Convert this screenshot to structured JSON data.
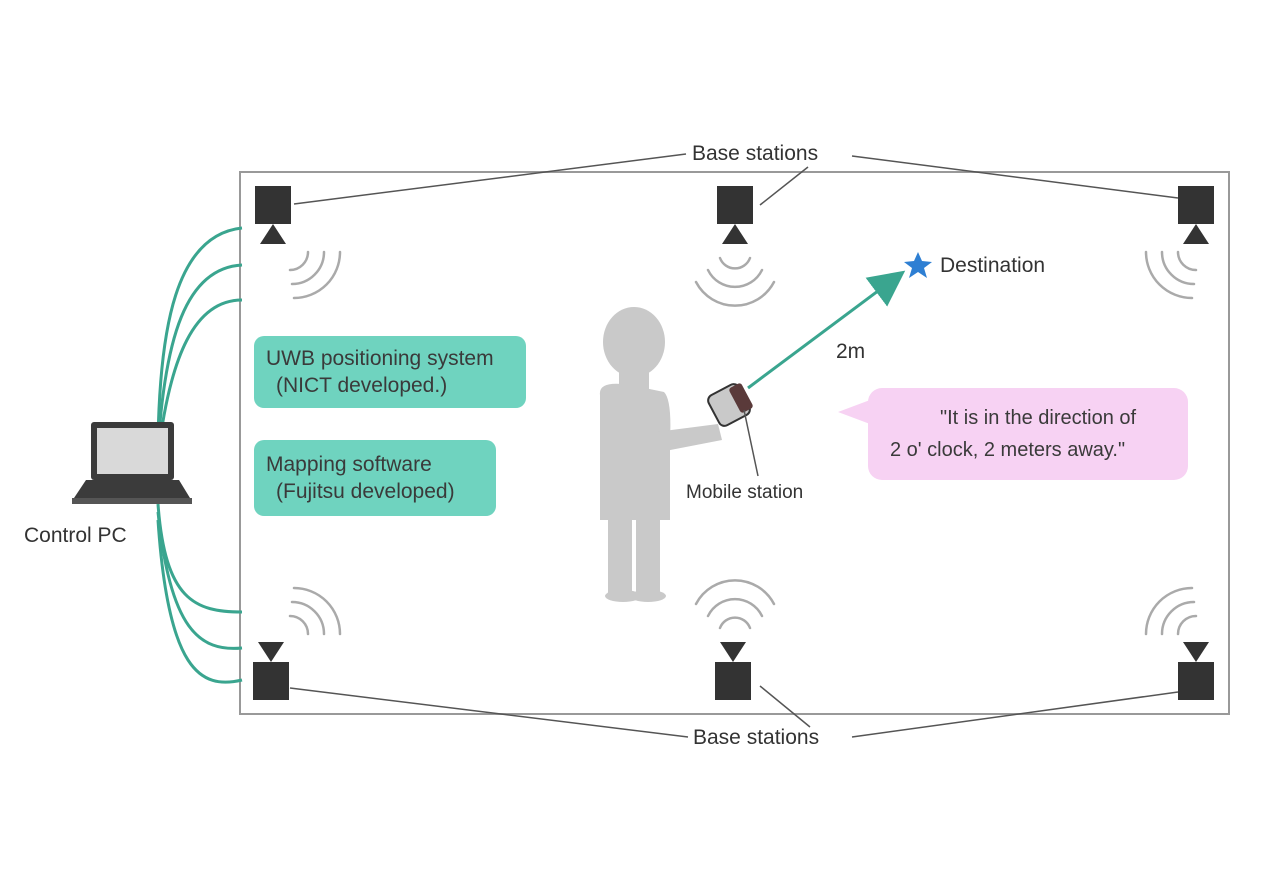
{
  "labels": {
    "base_stations_top": "Base stations",
    "base_stations_bottom": "Base stations",
    "destination": "Destination",
    "distance": "2m",
    "mobile_station": "Mobile station",
    "control_pc": "Control PC"
  },
  "boxes": {
    "uwb": {
      "line1": "UWB positioning system",
      "line2": "(NICT developed.)"
    },
    "mapping": {
      "line1": "Mapping software",
      "line2": "(Fujitsu developed)"
    }
  },
  "speech": {
    "line1": "\"It is in the direction of",
    "line2": "2 o' clock, 2 meters away.\""
  },
  "colors": {
    "teal": "#6fd3bf",
    "cable": "#3aa58f",
    "pink": "#f7d2f3",
    "star": "#2e7fd3",
    "station": "#333333",
    "figure": "#c9c9c9"
  },
  "icons": {
    "destination": "star-icon",
    "speaker": "speaker-icon",
    "laptop": "laptop-icon",
    "person": "person-icon",
    "base_station": "base-station-icon"
  }
}
